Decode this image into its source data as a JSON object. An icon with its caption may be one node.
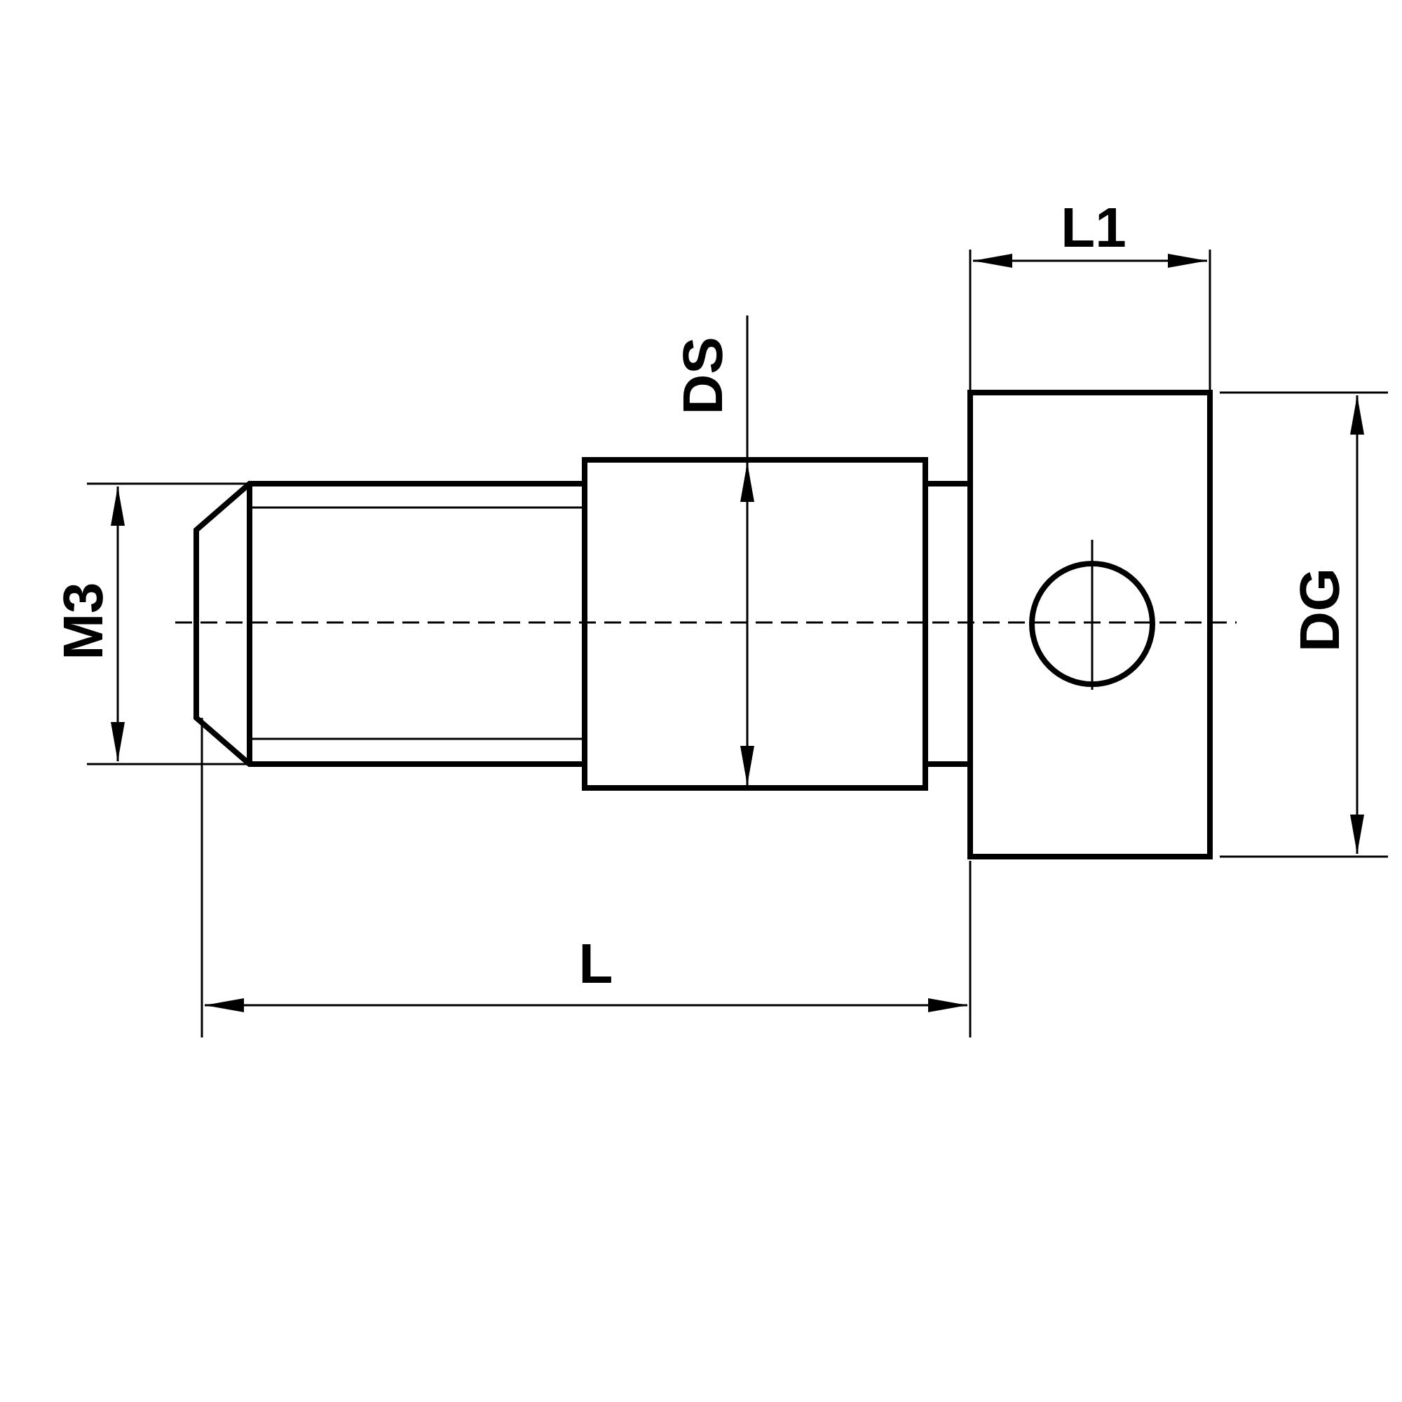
{
  "diagram": {
    "labels": [
      "L1",
      "DS",
      "M3",
      "DG",
      "L"
    ]
  }
}
